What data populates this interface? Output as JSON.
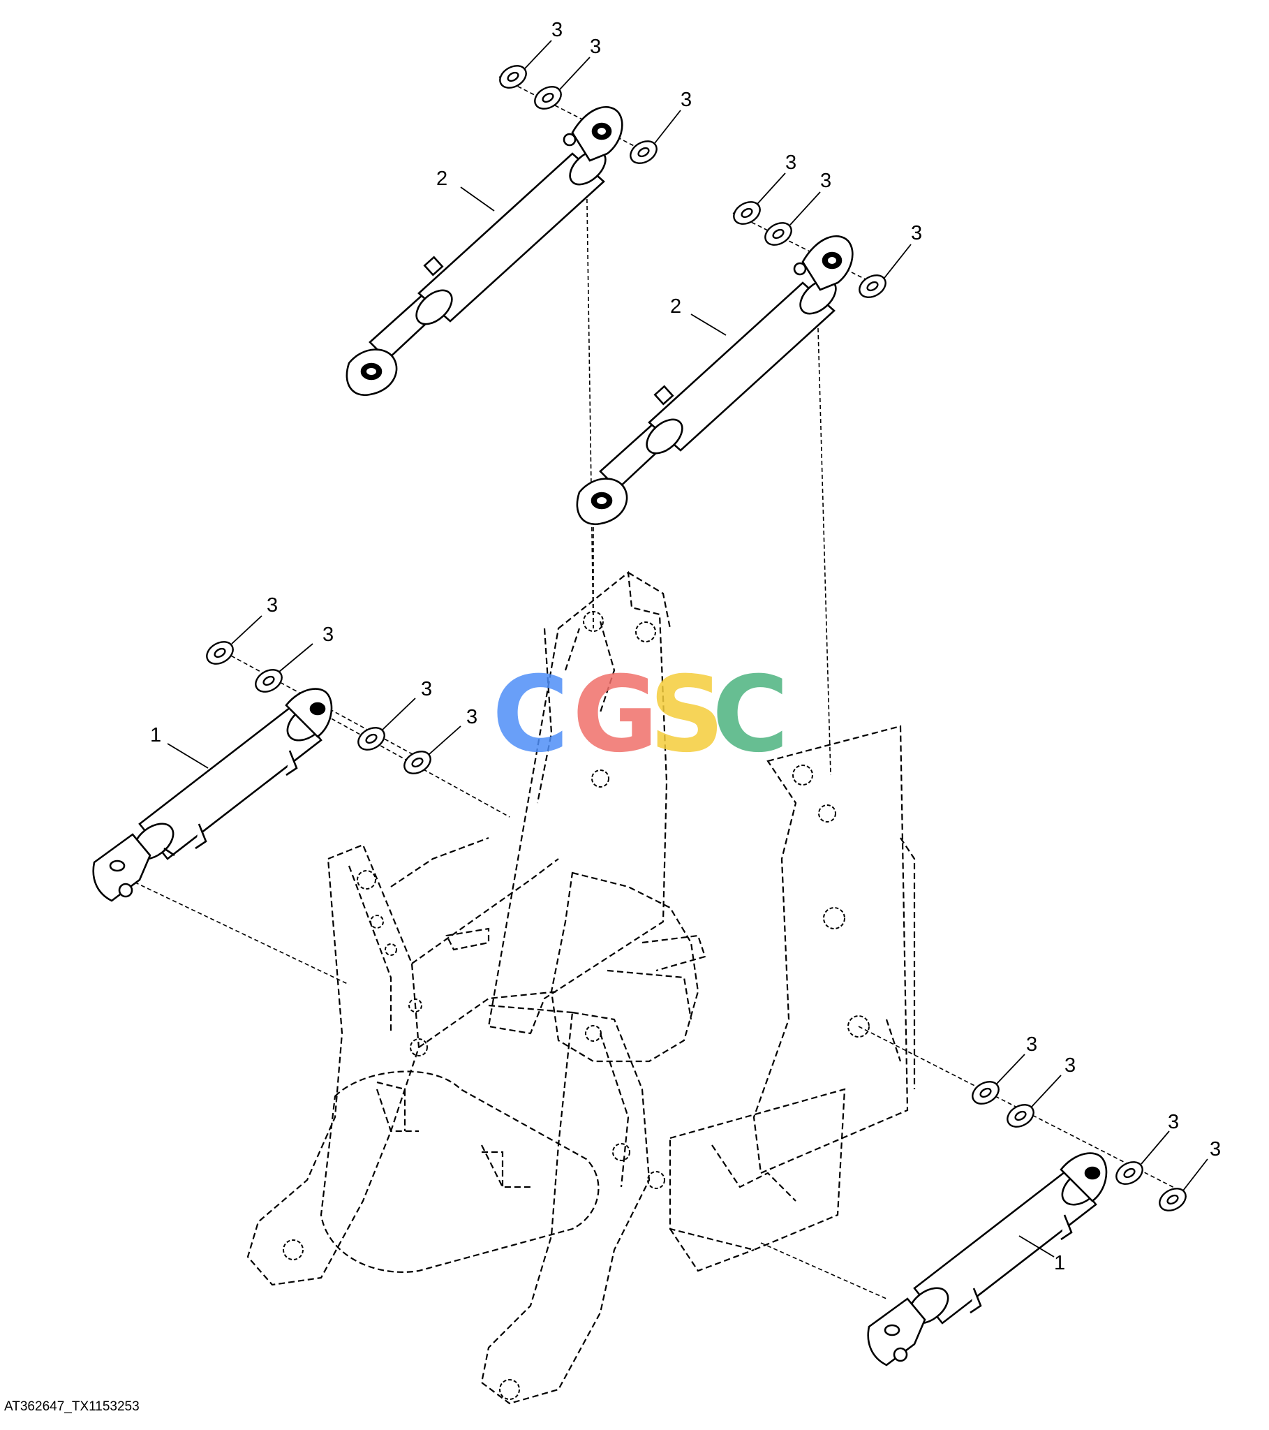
{
  "figure_id": "AT362647_TX1153253",
  "watermark": {
    "letters": [
      "C",
      "G",
      "S",
      "C"
    ],
    "colors": [
      "#4f8ff7",
      "#f0706a",
      "#f5cd3b",
      "#4db37f"
    ]
  },
  "callouts": {
    "c1": "3",
    "c2": "3",
    "c3": "3",
    "c4": "2",
    "c5": "3",
    "c6": "3",
    "c7": "3",
    "c8": "2",
    "c9": "3",
    "c10": "3",
    "c11": "3",
    "c12": "3",
    "c13": "1",
    "c14": "3",
    "c15": "3",
    "c16": "3",
    "c17": "3",
    "c18": "1"
  }
}
